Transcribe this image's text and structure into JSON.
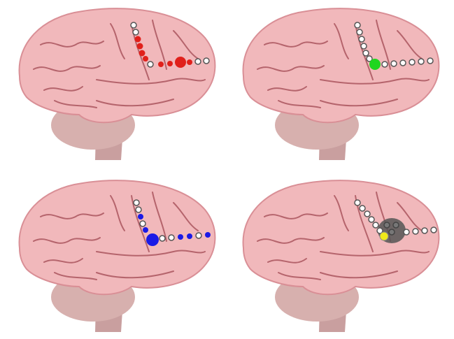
{
  "figure": {
    "panels": [
      {
        "id": "top-left",
        "highlight_color": "#e0201b",
        "highlight_name": "red"
      },
      {
        "id": "top-right",
        "highlight_color": "#1fd61f",
        "highlight_name": "green"
      },
      {
        "id": "bottom-left",
        "highlight_color": "#1a1ae6",
        "highlight_name": "blue"
      },
      {
        "id": "bottom-right",
        "highlight_color": "#f0e81a",
        "highlight_name": "yellow",
        "lesion_color": "#555555"
      }
    ],
    "colors": {
      "brain": "#f1b8bb",
      "brain_shadow": "#d98f96",
      "sulcus": "#b5646c",
      "cerebellum": "#d7b0ae",
      "brainstem": "#c99f9f",
      "electrode_ring": "#555555",
      "electrode_fill": "#ffffff"
    }
  }
}
